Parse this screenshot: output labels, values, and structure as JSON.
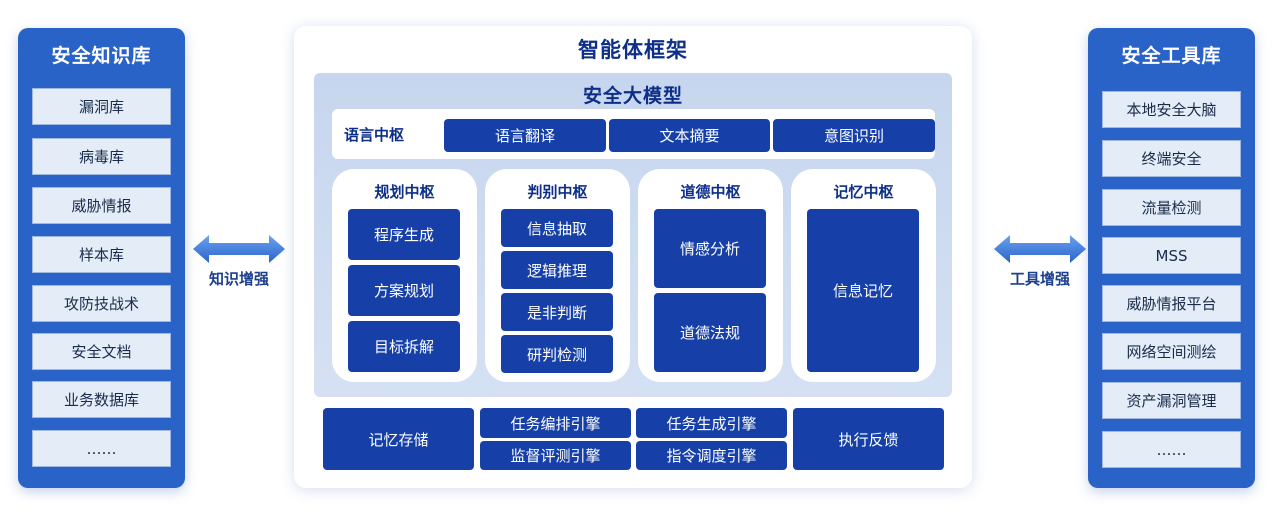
{
  "left_panel": {
    "title": "安全知识库",
    "items": [
      "漏洞库",
      "病毒库",
      "威胁情报",
      "样本库",
      "攻防技战术",
      "安全文档",
      "业务数据库",
      "……"
    ]
  },
  "right_panel": {
    "title": "安全工具库",
    "items": [
      "本地安全大脑",
      "终端安全",
      "流量检测",
      "MSS",
      "威胁情报平台",
      "网络空间测绘",
      "资产漏洞管理",
      "……"
    ]
  },
  "arrows": {
    "left_label": "知识增强",
    "right_label": "工具增强"
  },
  "main": {
    "title": "智能体框架",
    "model": {
      "title": "安全大模型",
      "language_hub": {
        "label": "语言中枢",
        "items": [
          "语言翻译",
          "文本摘要",
          "意图识别"
        ]
      },
      "hubs": [
        {
          "title": "规划中枢",
          "items": [
            "程序生成",
            "方案规划",
            "目标拆解"
          ]
        },
        {
          "title": "判别中枢",
          "items": [
            "信息抽取",
            "逻辑推理",
            "是非判断",
            "研判检测"
          ]
        },
        {
          "title": "道德中枢",
          "items": [
            "情感分析",
            "道德法规"
          ]
        },
        {
          "title": "记忆中枢",
          "items": [
            "信息记忆"
          ]
        }
      ]
    },
    "bottom": {
      "memory_storage": "记忆存储",
      "task_orchestration": "任务编排引擎",
      "supervision_evaluation": "监督评测引擎",
      "task_generation": "任务生成引擎",
      "command_scheduling": "指令调度引擎",
      "execution_feedback": "执行反馈"
    }
  },
  "colors": {
    "panel_blue": "#2a63c8",
    "button_blue": "#1640a8",
    "title_navy": "#0d2f8a",
    "model_bg": "#c6d6ee",
    "item_bg": "#e3ecf7"
  }
}
